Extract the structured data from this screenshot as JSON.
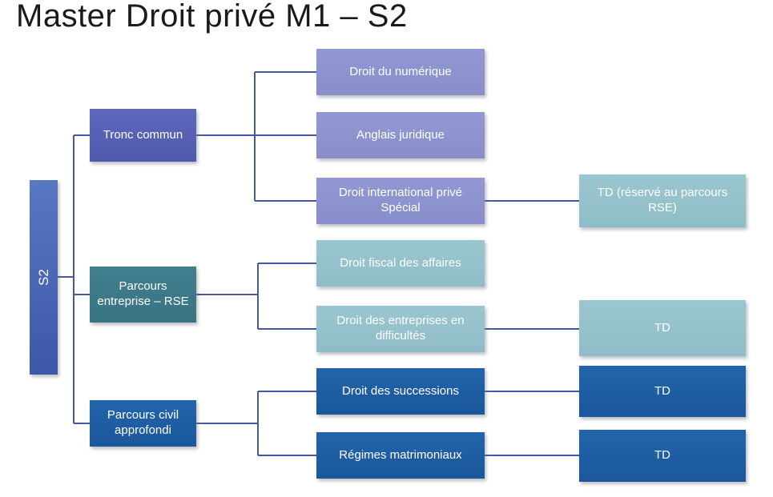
{
  "title": "Master Droit privé M1 – S2",
  "diagram": {
    "root": {
      "label": "S2"
    },
    "branches": [
      {
        "label": "Tronc commun",
        "children": [
          {
            "label": "Droit du numérique"
          },
          {
            "label": "Anglais juridique"
          },
          {
            "label": "Droit international privé Spécial",
            "td": "TD (réservé au parcours RSE)"
          }
        ]
      },
      {
        "label": "Parcours entreprise – RSE",
        "children": [
          {
            "label": "Droit fiscal des affaires"
          },
          {
            "label": "Droit des entreprises en difficultés",
            "td": "TD"
          }
        ]
      },
      {
        "label": "Parcours civil approfondi",
        "children": [
          {
            "label": "Droit des successions",
            "td": "TD"
          },
          {
            "label": "Régimes matrimoniaux",
            "td": "TD"
          }
        ]
      }
    ]
  },
  "colors": {
    "root_gradient_top": "#5878c2",
    "root_gradient_bottom": "#3d57a7",
    "branch_tronc_commun": "#5a62b6",
    "courses_tronc_commun": "#8e95d0",
    "branch_entreprise_rse": "#3d7b8a",
    "courses_entreprise_rse": "#96c3cc",
    "branch_civil_and_courses": "#1f5fa5",
    "connector": "#46589f",
    "node_text": "#ffffff",
    "title_text": "#1a1a1a"
  }
}
